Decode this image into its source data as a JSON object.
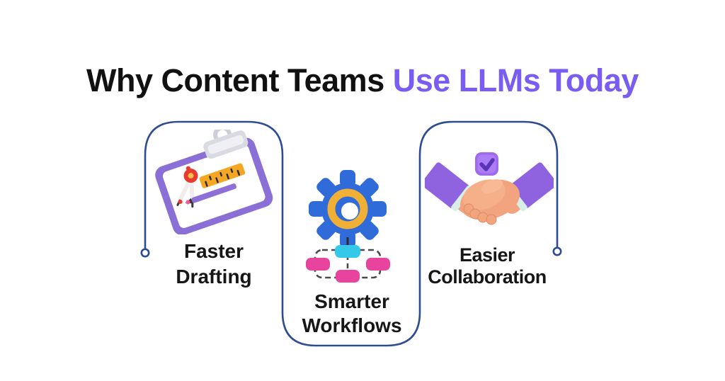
{
  "title": {
    "black_part": "Why Content Teams",
    "accent_part": "Use LLMs Today"
  },
  "cards": [
    {
      "id": "faster-drafting",
      "label_line1": "Faster",
      "label_line2": "Drafting",
      "icon": "clipboard-drafting-icon"
    },
    {
      "id": "smarter-workflows",
      "label_line1": "Smarter",
      "label_line2": "Workflows",
      "icon": "gear-flowchart-icon"
    },
    {
      "id": "easier-collaboration",
      "label_line1": "Easier",
      "label_line2": "Collaboration",
      "icon": "handshake-check-icon"
    }
  ],
  "colors": {
    "background": "#ffffff",
    "title_black": "#111111",
    "title_accent": "#7A5CF2",
    "connector_line": "#2E4C94",
    "label_text": "#161616",
    "clipboard_purple": "#8A70D6",
    "clip_gray": "#DADAE2",
    "compass_red": "#E83A2E",
    "ruler_orange": "#F5A623",
    "pencil_purple": "#8E6FD8",
    "gear_blue": "#2F6BD9",
    "gear_gold": "#F0AF35",
    "flow_cyan": "#35C8E8",
    "flow_pink": "#E8449E",
    "flow_connector_gray": "#4a4a4a",
    "sleeve_purple": "#8F63E0",
    "cuff_mint": "#D8EFE8",
    "skin_tone": "#F2A47E",
    "badge_purple": "#9F6BEE",
    "badge_check_purple": "#5B35B8"
  }
}
